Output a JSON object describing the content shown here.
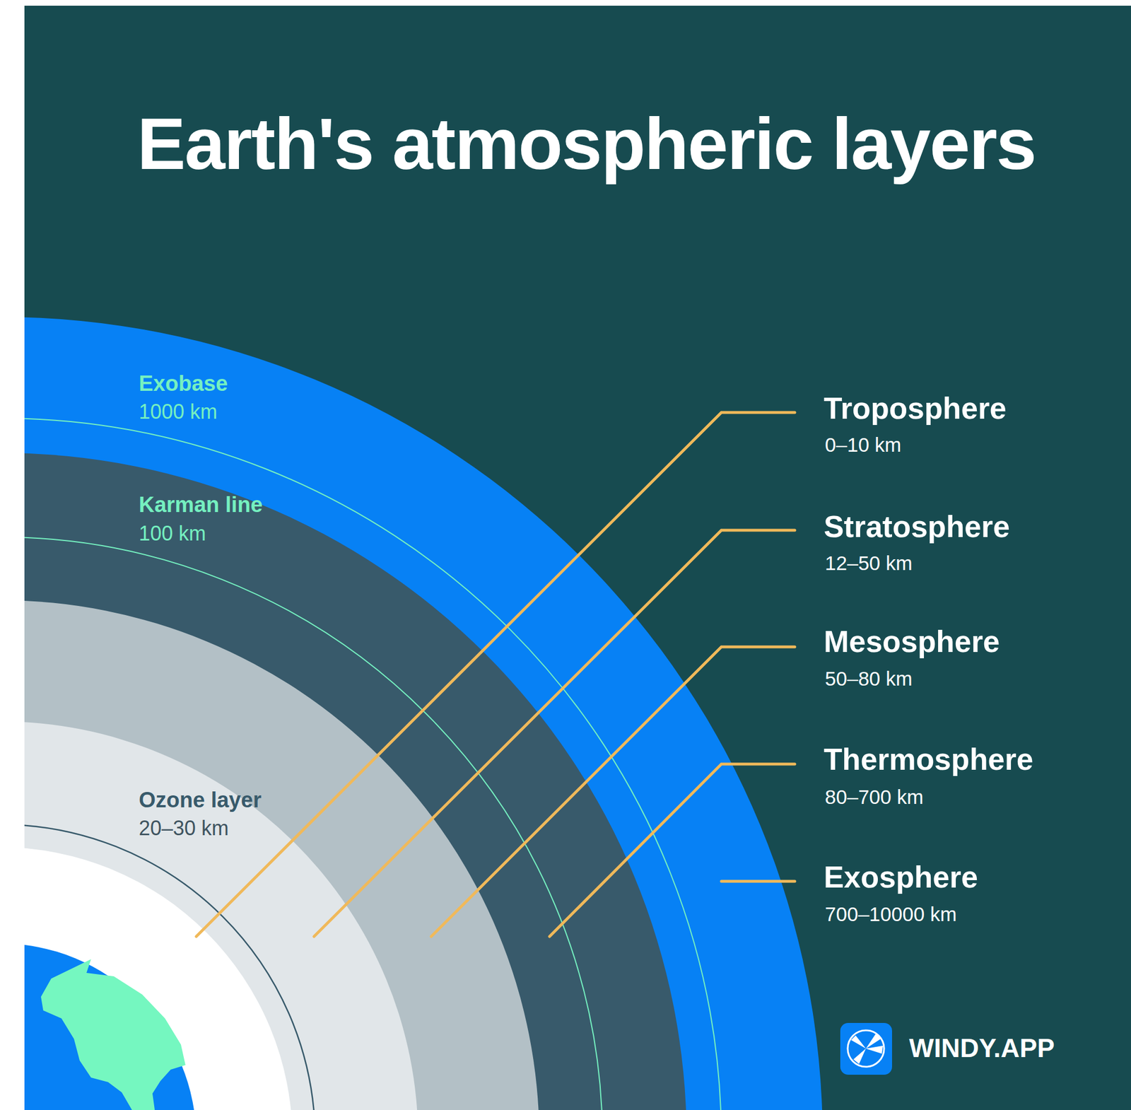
{
  "diagram": {
    "title": "Earth's atmospheric layers",
    "labels": [
      "Exobase",
      "1000 km",
      "Karman line",
      "100 km",
      "Ozone layer",
      "20–30 km",
      "Troposphere",
      "0–10 km",
      "Stratosphere",
      "12–50 km",
      "Mesosphere",
      "50–80 km",
      "Thermosphere",
      "80–700 km",
      "Exosphere",
      "700–10000 km",
      "WINDY.APP"
    ]
  }
}
